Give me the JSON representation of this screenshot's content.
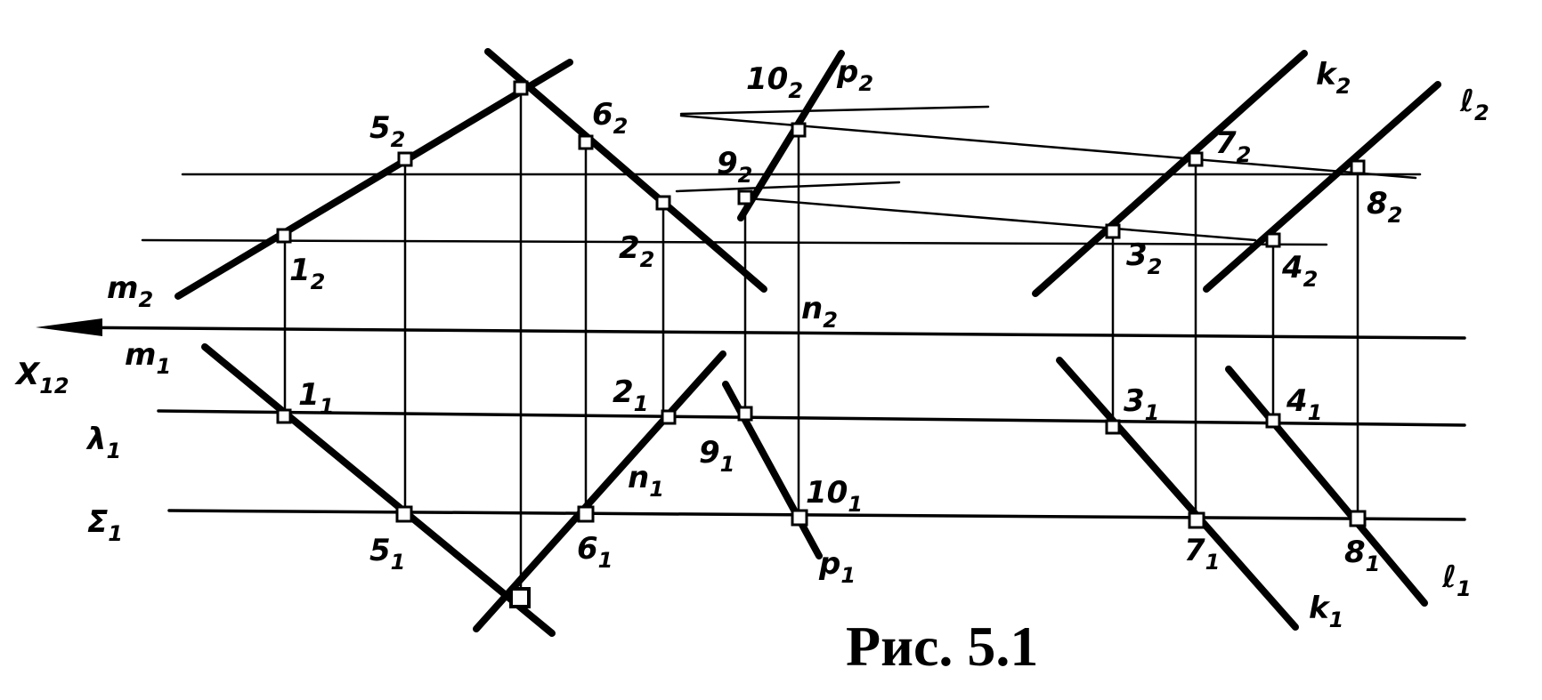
{
  "figure": {
    "caption": "Рис. 5.1",
    "axis_label": {
      "base": "X",
      "sub": "12"
    },
    "plane_labels": [
      {
        "id": "lambda",
        "base": "λ",
        "sub": "1"
      },
      {
        "id": "sigma",
        "base": "Σ",
        "sub": "1"
      }
    ],
    "line_labels": [
      {
        "id": "m2",
        "base": "m",
        "sub": "2"
      },
      {
        "id": "m1",
        "base": "m",
        "sub": "1"
      },
      {
        "id": "n2",
        "base": "n",
        "sub": "2"
      },
      {
        "id": "n1",
        "base": "n",
        "sub": "1"
      },
      {
        "id": "p2",
        "base": "p",
        "sub": "2"
      },
      {
        "id": "p1",
        "base": "p",
        "sub": "1"
      },
      {
        "id": "k2",
        "base": "k",
        "sub": "2"
      },
      {
        "id": "k1",
        "base": "k",
        "sub": "1"
      },
      {
        "id": "l2",
        "base": "ℓ",
        "sub": "2"
      },
      {
        "id": "l1",
        "base": "ℓ",
        "sub": "1"
      }
    ],
    "point_labels": [
      {
        "id": "1_2",
        "base": "1",
        "sub": "2"
      },
      {
        "id": "1_1",
        "base": "1",
        "sub": "1"
      },
      {
        "id": "2_2",
        "base": "2",
        "sub": "2"
      },
      {
        "id": "2_1",
        "base": "2",
        "sub": "1"
      },
      {
        "id": "3_2",
        "base": "3",
        "sub": "2"
      },
      {
        "id": "3_1",
        "base": "3",
        "sub": "1"
      },
      {
        "id": "4_2",
        "base": "4",
        "sub": "2"
      },
      {
        "id": "4_1",
        "base": "4",
        "sub": "1"
      },
      {
        "id": "5_2",
        "base": "5",
        "sub": "2"
      },
      {
        "id": "5_1",
        "base": "5",
        "sub": "1"
      },
      {
        "id": "6_2",
        "base": "6",
        "sub": "2"
      },
      {
        "id": "6_1",
        "base": "6",
        "sub": "1"
      },
      {
        "id": "7_2",
        "base": "7",
        "sub": "2"
      },
      {
        "id": "7_1",
        "base": "7",
        "sub": "1"
      },
      {
        "id": "8_2",
        "base": "8",
        "sub": "2"
      },
      {
        "id": "8_1",
        "base": "8",
        "sub": "1"
      },
      {
        "id": "9_2",
        "base": "9",
        "sub": "2"
      },
      {
        "id": "9_1",
        "base": "9",
        "sub": "1"
      },
      {
        "id": "10_2",
        "base": "10",
        "sub": "2"
      },
      {
        "id": "10_1",
        "base": "10",
        "sub": "1"
      }
    ]
  }
}
